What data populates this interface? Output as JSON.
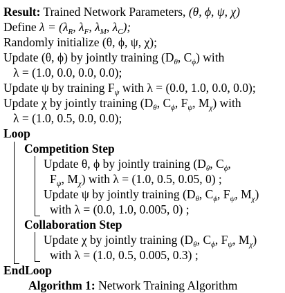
{
  "algorithm": {
    "result_label": "Result:",
    "result_text": "Trained Network Parameters,",
    "result_params": "(θ, ϕ, ψ, χ)",
    "define_label": "Define",
    "define_lambda": "λ = (λ",
    "define_sub_r": "R",
    "define_sub_f": "F",
    "define_sub_m": "M",
    "define_sub_c": "C",
    "randomly_init": "Randomly initialize (θ, ϕ, ψ, χ);",
    "upd1_text": "Update (θ, ϕ) by jointly training (D",
    "upd1_sub_theta": "θ",
    "upd1_c": ", C",
    "upd1_sub_phi": "ϕ",
    "upd1_end": ") with",
    "upd1_lambda": "λ = (1.0, 0.0, 0.0, 0.0);",
    "upd2_text": "Update ψ by training F",
    "upd2_sub_psi": "ψ",
    "upd2_end": "with λ = (0.0, 1.0, 0.0, 0.0);",
    "upd3_text": "Update χ by jointly training (D",
    "upd3_lambda": "λ = (1.0, 0.5, 0.0, 0.0);",
    "loop_label": "Loop",
    "competition_label": "Competition Step",
    "comp1_text": "Update θ, ϕ by jointly training (D",
    "comp1_line2_end": ") with λ = (1.0, 0.5, 0.05, 0) ;",
    "comp2_text": "Update ψ by jointly training (D",
    "comp2_line2": "with λ = (0.0, 1.0, 0.005, 0) ;",
    "collaboration_label": "Collaboration Step",
    "coll1_text": "Update χ by jointly training (D",
    "coll1_line2": "with λ = (1.0, 0.5, 0.005, 0.3) ;",
    "endloop_label": "EndLoop",
    "caption_label": "Algorithm 1:",
    "caption_text": "Network Training Algorithm"
  }
}
